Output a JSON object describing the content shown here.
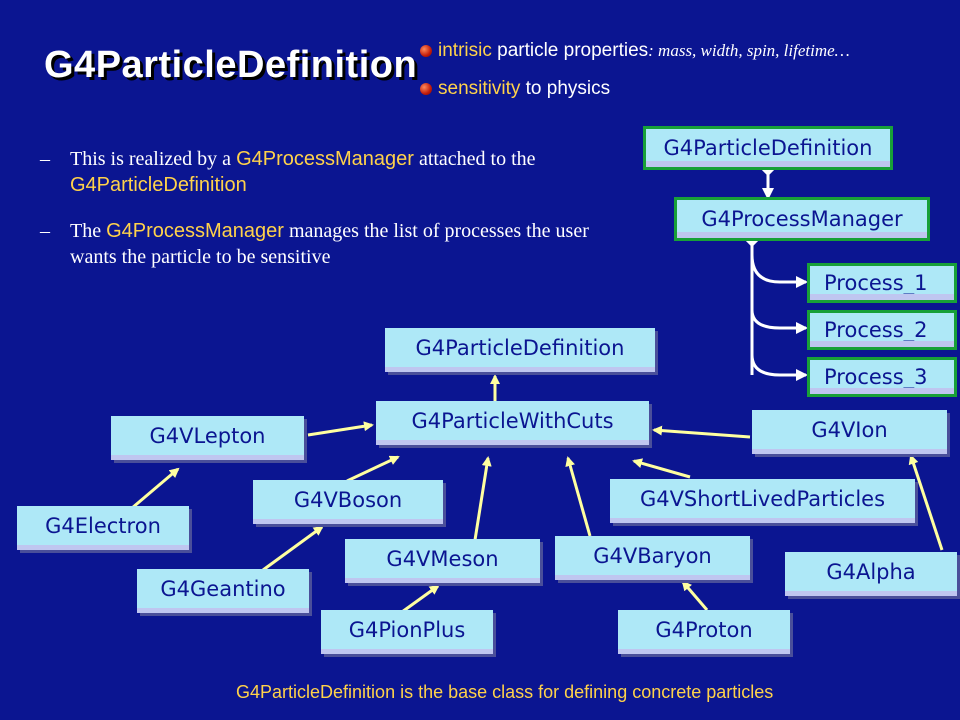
{
  "title": "G4ParticleDefinition",
  "bullets": [
    {
      "highlight": "intrisic",
      "text": " particle properties",
      "italic": ": mass, width, spin, lifetime…"
    },
    {
      "highlight": "sensitivity",
      "text": "  to physics"
    }
  ],
  "paragraphs": [
    {
      "dash": "–",
      "pre": "This is realized by a ",
      "code1": "G4ProcessManager",
      "mid": " attached to the ",
      "code2": "G4ParticleDefinition",
      "post": ""
    },
    {
      "dash": "–",
      "pre": "The ",
      "code1": "G4ProcessManager",
      "mid": " manages the list of processes the user wants the particle to be sensitive",
      "code2": "",
      "post": ""
    }
  ],
  "process_diagram": {
    "particle_definition": "G4ParticleDefinition",
    "process_manager": "G4ProcessManager",
    "processes": [
      "Process_1",
      "Process_2",
      "Process_3"
    ]
  },
  "hierarchy": {
    "root": "G4ParticleDefinition",
    "with_cuts": "G4ParticleWithCuts",
    "lepton": "G4VLepton",
    "electron": "G4Electron",
    "boson": "G4VBoson",
    "geantino": "G4Geantino",
    "meson": "G4VMeson",
    "pionplus": "G4PionPlus",
    "baryon": "G4VBaryon",
    "proton": "G4Proton",
    "shortlived": "G4VShortLivedParticles",
    "ion": "G4VIon",
    "alpha": "G4Alpha"
  },
  "footer": "G4ParticleDefinition  is the base class for defining concrete particles",
  "colors": {
    "background": "#0b1591",
    "box": "#aee8f7",
    "highlight": "#ffd24a",
    "arrow": "#ffffa0",
    "frame": "#18a038"
  }
}
